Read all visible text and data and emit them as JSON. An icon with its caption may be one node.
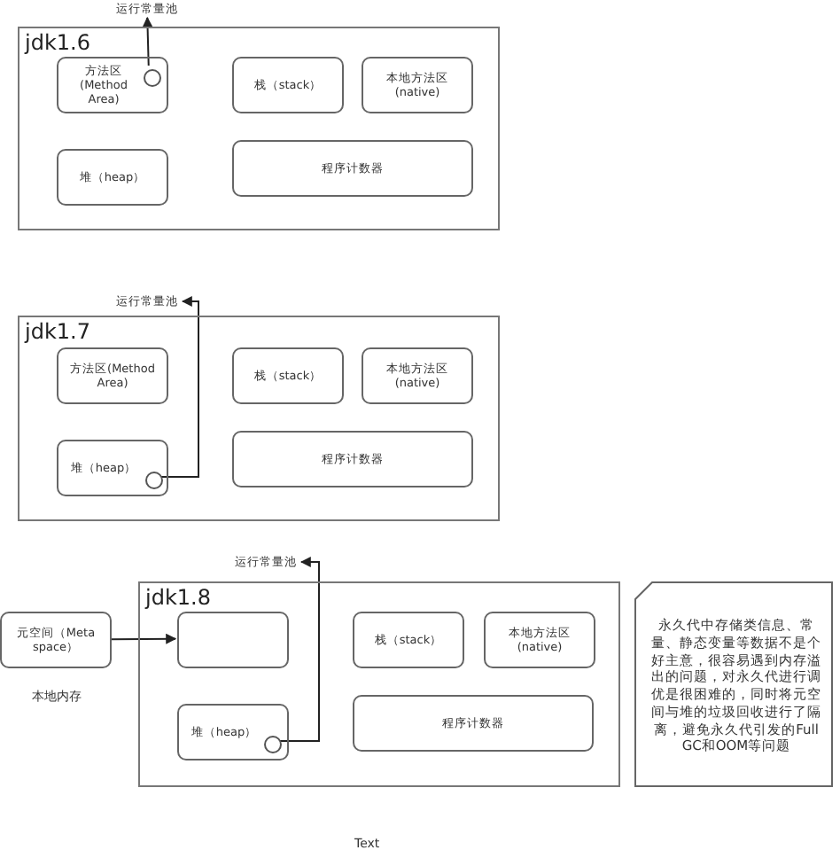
{
  "diagram": {
    "nodes": [
      {
        "text": [
          "运行常量池"
        ]
      },
      {
        "text": [
          "jdk1.6"
        ]
      },
      {
        "text": [
          "方法区(Method Area)"
        ],
        "in": 1
      },
      {
        "text": [],
        "shape": "circle",
        "in": 2
      },
      {
        "text": [
          "栈（stack）"
        ],
        "in": 1
      },
      {
        "text": [
          "本地方法区(native)"
        ],
        "in": 1
      },
      {
        "text": [
          "堆（heap）"
        ],
        "in": 1
      },
      {
        "text": [
          "程序计数器"
        ],
        "in": 1
      },
      {
        "text": [
          "运行常量池"
        ]
      },
      {
        "text": [
          "jdk1.7"
        ]
      },
      {
        "text": [
          "方法区(Method Area)"
        ],
        "in": 9
      },
      {
        "text": [
          "栈（stack）"
        ],
        "in": 9
      },
      {
        "text": [
          "本地方法区(native)"
        ],
        "in": 9
      },
      {
        "text": [
          "堆（heap）"
        ],
        "in": 9
      },
      {
        "text": [],
        "shape": "circle",
        "in": 13
      },
      {
        "text": [
          "程序计数器"
        ],
        "in": 9
      },
      {
        "text": [
          "运行常量池"
        ]
      },
      {
        "text": [
          "元空间（Meta space）"
        ]
      },
      {
        "text": [
          "jdk1.8"
        ]
      },
      {
        "text": [],
        "shape": "box",
        "in": 18
      },
      {
        "text": [
          "栈（stack）"
        ],
        "in": 18
      },
      {
        "text": [
          "本地方法区(native)"
        ],
        "in": 18
      },
      {
        "text": [
          "堆（heap）"
        ],
        "in": 18
      },
      {
        "text": [],
        "shape": "circle",
        "in": 22
      },
      {
        "text": [
          "程序计数器"
        ],
        "in": 18
      },
      {
        "text": [
          "永久代中存储类信息、常量、静态变量等数据不是个好主意，很容易遇到内存溢出的问题，对永久代进行调优是很困难的，同时将元空间与堆的垃圾回收进行了隔离，避免永久代引发的Full GC和OOM等问题"
        ]
      }
    ],
    "edges": [
      {
        "from": 3,
        "to": 0,
        "arrow": "to"
      },
      {
        "from": 14,
        "to": 8,
        "arrow": "to"
      },
      {
        "from": 23,
        "to": 16,
        "arrow": "to"
      },
      {
        "from": 17,
        "to": 19,
        "arrow": "to"
      }
    ],
    "labels": [
      "本地内存",
      "Text"
    ]
  }
}
